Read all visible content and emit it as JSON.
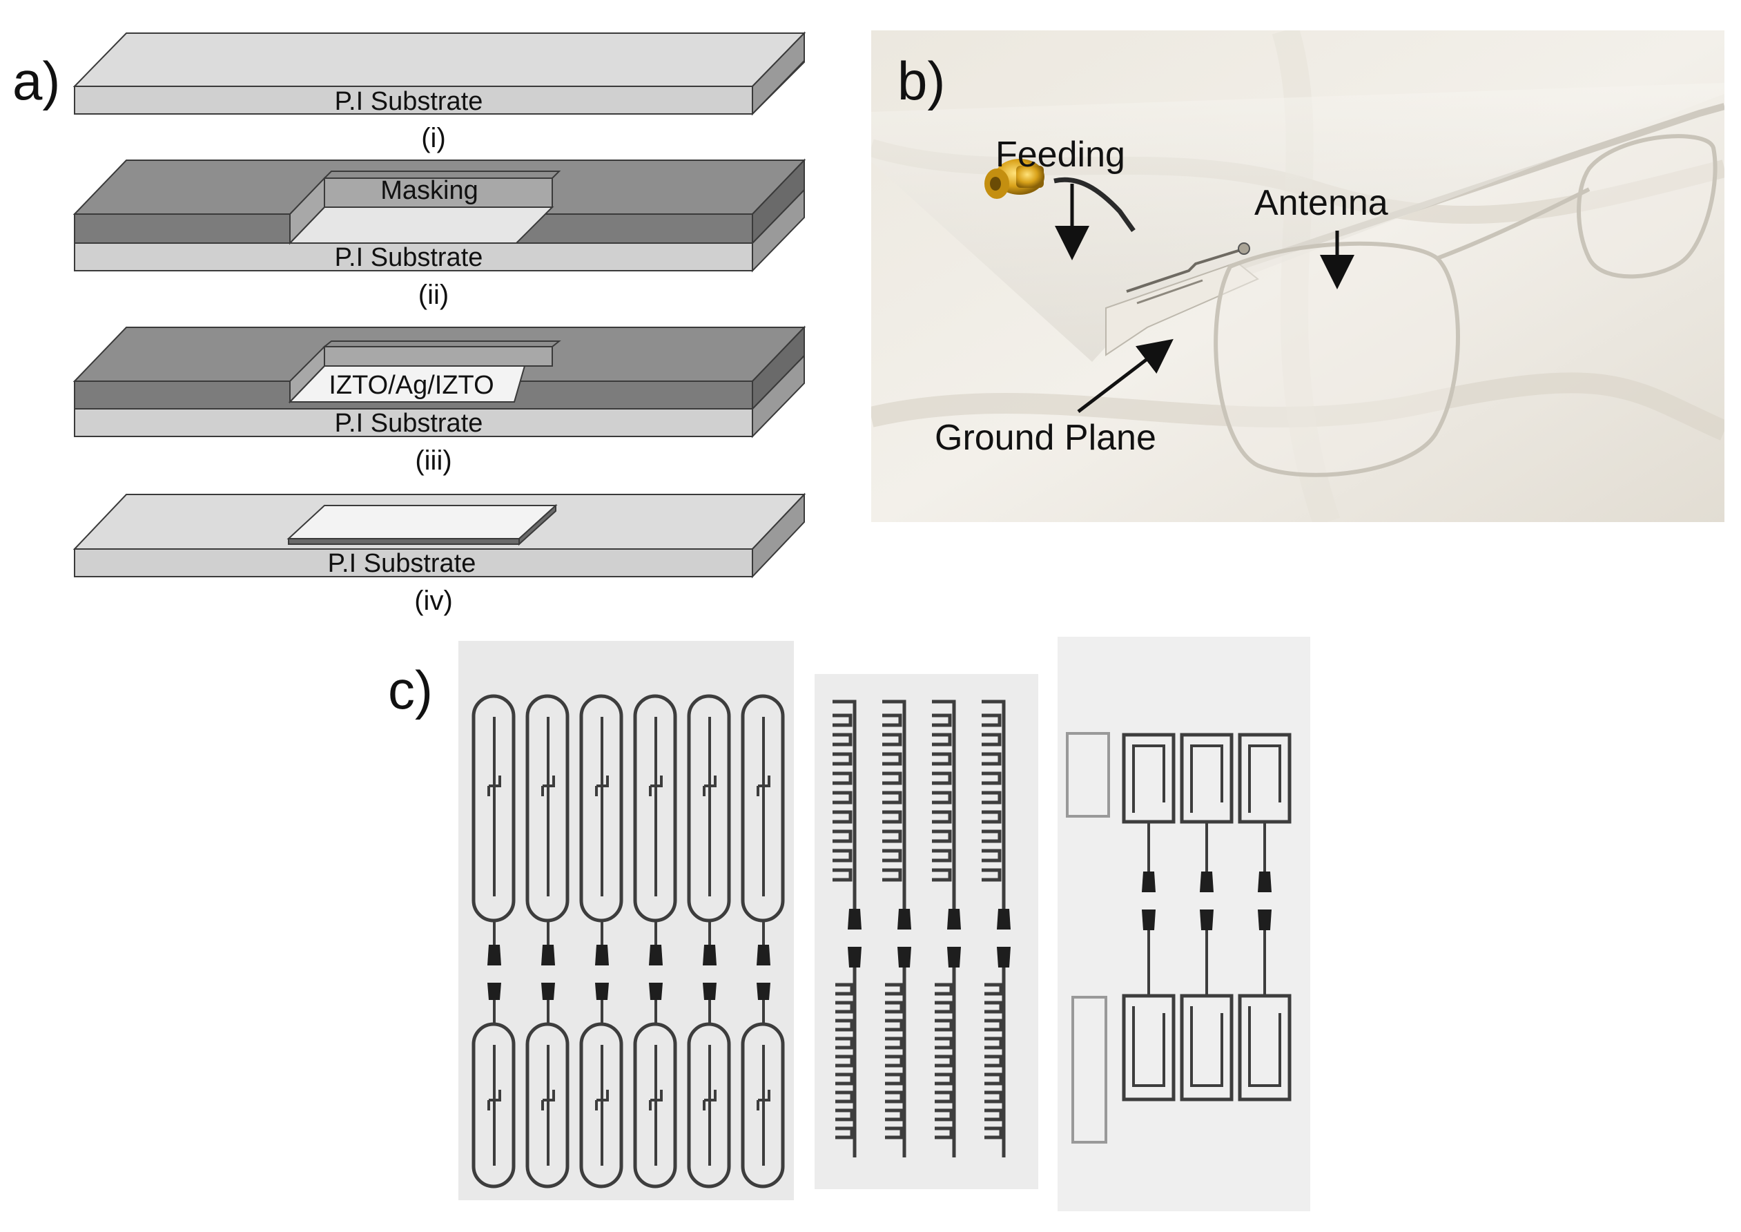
{
  "panel_a": {
    "label": "a)",
    "steps": [
      {
        "caption": "(i)",
        "substrate": "P.I Substrate"
      },
      {
        "caption": "(ii)",
        "substrate": "P.I Substrate",
        "mask": "Masking"
      },
      {
        "caption": "(iii)",
        "substrate": "P.I Substrate",
        "deposit": "IZTO/Ag/IZTO"
      },
      {
        "caption": "(iv)",
        "substrate": "P.I Substrate"
      }
    ]
  },
  "panel_b": {
    "label": "b)",
    "annotations": {
      "feeding": "Feeding",
      "antenna": "Antenna",
      "ground_plane": "Ground Plane"
    }
  },
  "panel_c": {
    "label": "c)"
  },
  "colors": {
    "substrate": "#d6d6d6",
    "mask": "#8c8c8c",
    "electrode": "#f0f0f0",
    "outline": "#3a3a3a"
  }
}
